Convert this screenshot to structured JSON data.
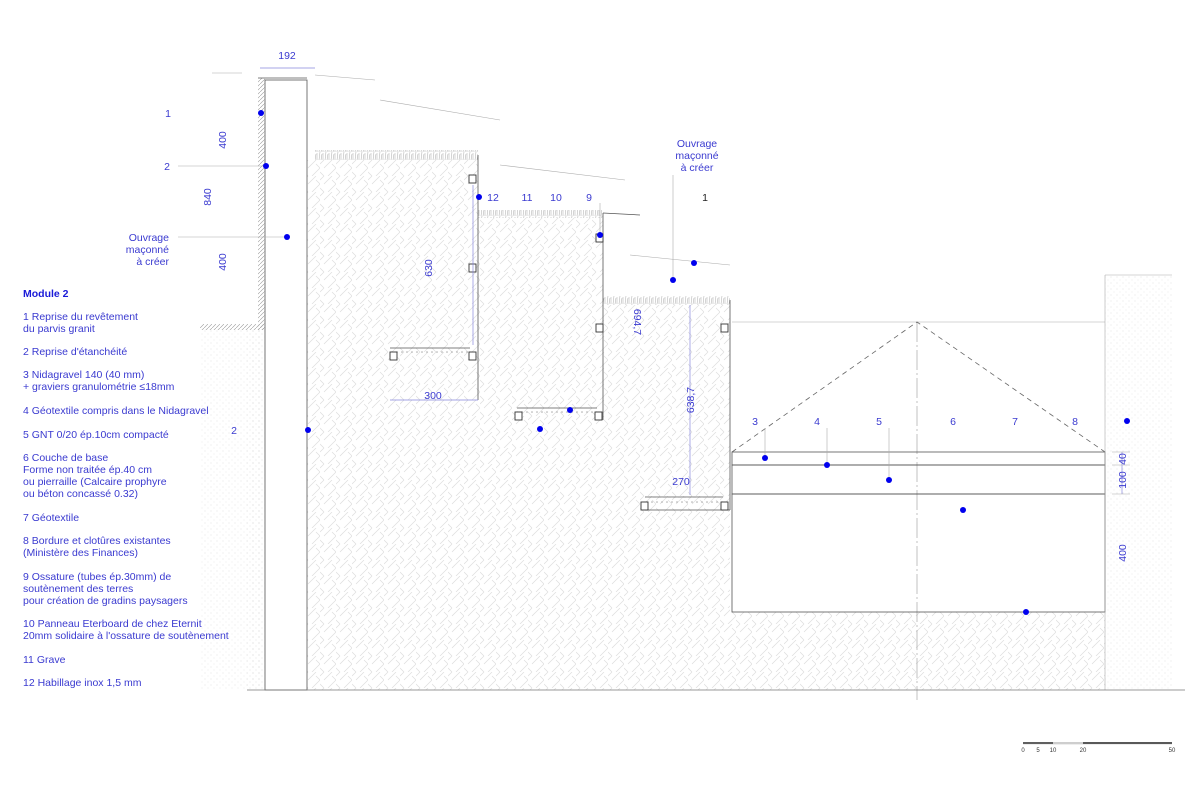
{
  "dimensions": {
    "top_width": "192",
    "h1": "400",
    "h_total": "840",
    "h2": "400",
    "step1_height": "630",
    "step1_width": "300",
    "step3_height_a": "694,7",
    "step3_height_b": "638,7",
    "step3_width": "270",
    "layer_a": "40",
    "layer_b": "100",
    "layer_c": "400"
  },
  "left_callouts": {
    "c1": "1",
    "c2": "2",
    "ouvrage": [
      "Ouvrage",
      "maçonné",
      "à créer"
    ],
    "c2_lower": "2"
  },
  "step_callouts": [
    "12",
    "11",
    "10",
    "9"
  ],
  "right_ouvrage": [
    "Ouvrage",
    "maçonné",
    "à créer"
  ],
  "right_callout_1": "1",
  "layer_callouts": [
    "3",
    "4",
    "5",
    "6",
    "7",
    "8"
  ],
  "legend": {
    "title": "Module 2",
    "items": [
      [
        "1 Reprise du revêtement",
        "du parvis granit"
      ],
      [
        "2 Reprise d'étanchéité"
      ],
      [
        "3 Nidagravel 140 (40 mm)",
        "+ graviers granulométrie ≤18mm"
      ],
      [
        "4 Géotextile compris dans le Nidagravel"
      ],
      [
        "5 GNT 0/20 ép.10cm compacté"
      ],
      [
        "6 Couche de base",
        "Forme non traitée ép.40 cm",
        "ou pierraille (Calcaire prophyre",
        "ou béton concassé 0.32)"
      ],
      [
        "7 Géotextile"
      ],
      [
        "8 Bordure et clotûres existantes",
        "(Ministère des Finances)"
      ],
      [
        "9 Ossature (tubes ép.30mm) de",
        "soutènement des terres",
        "pour création de gradins paysagers"
      ],
      [
        "10 Panneau Eterboard de chez Eternit",
        "20mm solidaire à l'ossature de soutènement"
      ],
      [
        "11 Grave"
      ],
      [
        "12 Habillage inox 1,5 mm"
      ]
    ]
  },
  "scale_bar": {
    "ticks": [
      "0",
      "5",
      "10",
      "20",
      "50"
    ]
  },
  "colors": {
    "annotation": "#3a3ad0",
    "marker": "#0000ee"
  }
}
